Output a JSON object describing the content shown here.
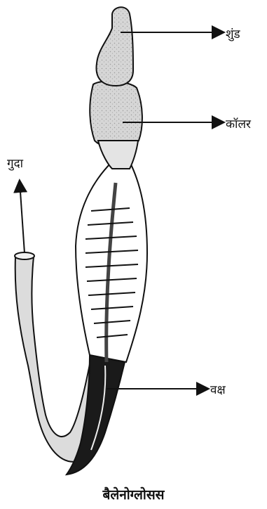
{
  "labels": {
    "proboscis": "शुंड",
    "collar": "कॉलर",
    "anus": "गुदा",
    "trunk": "वक्ष"
  },
  "title": "बैलेनोग्लोसस",
  "icons": {
    "arrow": "right-arrow-icon",
    "arrow_up": "up-arrow-icon"
  }
}
